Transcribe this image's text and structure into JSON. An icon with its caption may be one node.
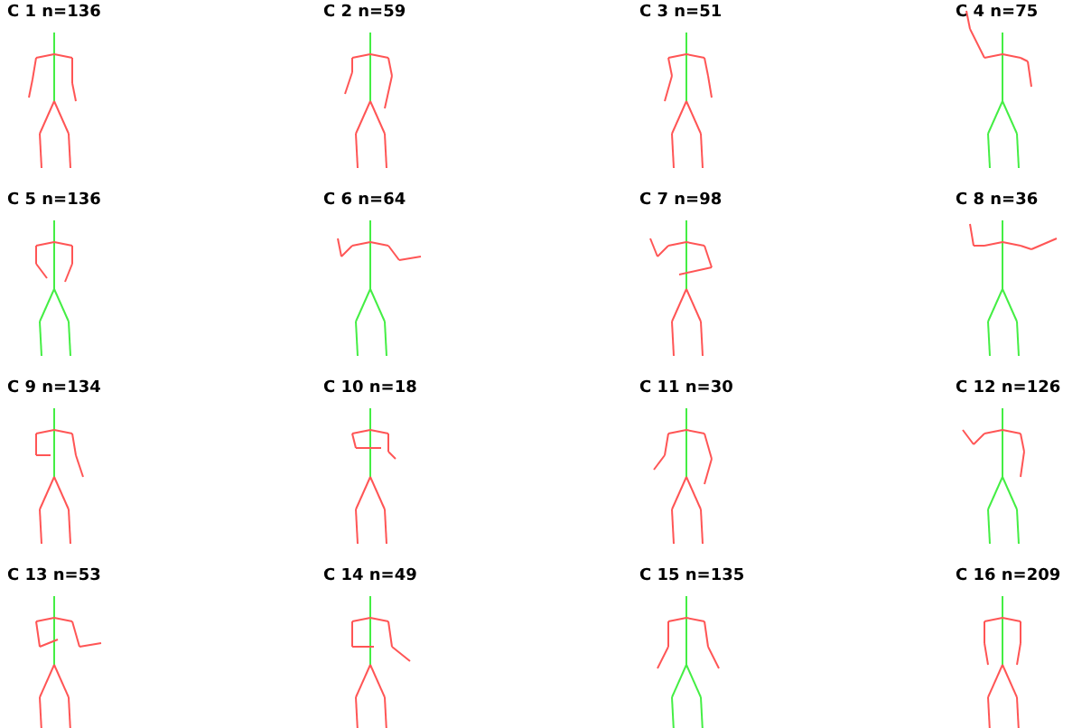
{
  "diagram": {
    "labels": [
      "C 1 n=136",
      "C 2 n=59",
      "C 3 n=51",
      "C 4 n=75",
      "C 5 n=136",
      "C 6 n=64",
      "C 7 n=98",
      "C 8 n=36",
      "C 9 n=134",
      "C 10 n=18",
      "C 11 n=30",
      "C 12 n=126",
      "C 13 n=53",
      "C 14 n=49",
      "C 15 n=135",
      "C 16 n=209"
    ]
  }
}
